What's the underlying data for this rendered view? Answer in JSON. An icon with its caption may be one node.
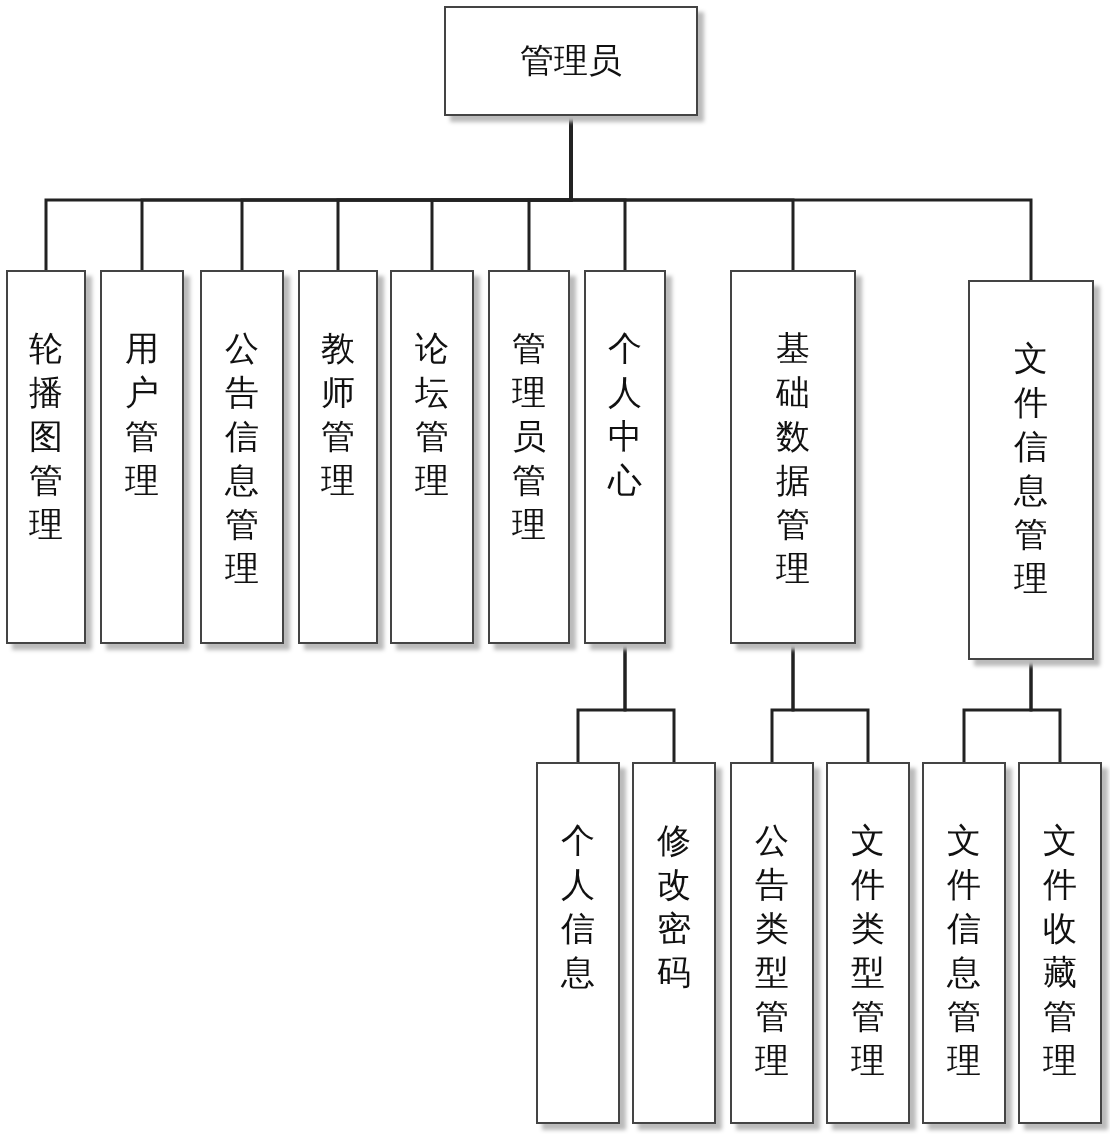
{
  "diagram": {
    "nodes": [
      {
        "text": [
          "管理员"
        ]
      },
      {
        "text": [
          "轮播图管理"
        ]
      },
      {
        "text": [
          "用户管理"
        ]
      },
      {
        "text": [
          "公告信息管理"
        ]
      },
      {
        "text": [
          "教师管理"
        ]
      },
      {
        "text": [
          "论坛管理"
        ]
      },
      {
        "text": [
          "管理员管理"
        ]
      },
      {
        "text": [
          "个人中心"
        ]
      },
      {
        "text": [
          "基础数据管理"
        ]
      },
      {
        "text": [
          "文件信息管理"
        ]
      },
      {
        "text": [
          "个人信息"
        ]
      },
      {
        "text": [
          "修改密码"
        ]
      },
      {
        "text": [
          "公告类型管理"
        ]
      },
      {
        "text": [
          "文件类型管理"
        ]
      },
      {
        "text": [
          "文件信息管理"
        ]
      },
      {
        "text": [
          "文件收藏管理"
        ]
      }
    ],
    "edges": [
      {
        "from": 0,
        "to": 1,
        "arrow": "none"
      },
      {
        "from": 0,
        "to": 2,
        "arrow": "none"
      },
      {
        "from": 0,
        "to": 3,
        "arrow": "none"
      },
      {
        "from": 0,
        "to": 4,
        "arrow": "none"
      },
      {
        "from": 0,
        "to": 5,
        "arrow": "none"
      },
      {
        "from": 0,
        "to": 6,
        "arrow": "none"
      },
      {
        "from": 0,
        "to": 7,
        "arrow": "none"
      },
      {
        "from": 0,
        "to": 8,
        "arrow": "none"
      },
      {
        "from": 0,
        "to": 9,
        "arrow": "none"
      },
      {
        "from": 7,
        "to": 10,
        "arrow": "none"
      },
      {
        "from": 7,
        "to": 11,
        "arrow": "none"
      },
      {
        "from": 8,
        "to": 12,
        "arrow": "none"
      },
      {
        "from": 8,
        "to": 13,
        "arrow": "none"
      },
      {
        "from": 9,
        "to": 14,
        "arrow": "none"
      },
      {
        "from": 9,
        "to": 15,
        "arrow": "none"
      }
    ]
  }
}
